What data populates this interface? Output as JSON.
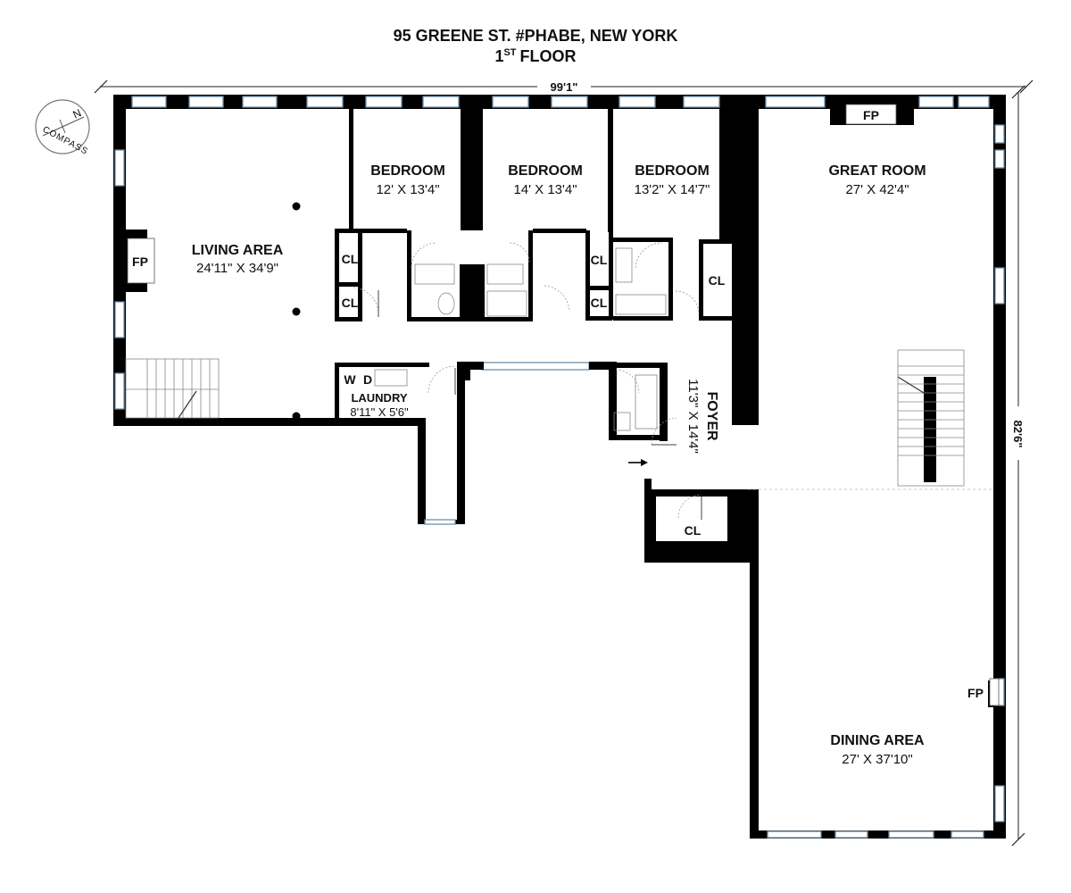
{
  "header": {
    "address": "95 GREENE ST. #PHABE, NEW YORK",
    "floor_number": "1",
    "floor_suffix": "ST",
    "floor_word": "FLOOR"
  },
  "overall_dimensions": {
    "width": "99'1\"",
    "depth": "82'6\""
  },
  "compass": {
    "label": "COMPASS",
    "north": "N"
  },
  "rooms": {
    "living_area": {
      "name": "LIVING AREA",
      "size": "24'11\" X 34'9\""
    },
    "bedroom_1": {
      "name": "BEDROOM",
      "size": "12' X 13'4\""
    },
    "bedroom_2": {
      "name": "BEDROOM",
      "size": "14' X 13'4\""
    },
    "bedroom_3": {
      "name": "BEDROOM",
      "size": "13'2\" X 14'7\""
    },
    "great_room": {
      "name": "GREAT ROOM",
      "size": "27' X 42'4\""
    },
    "laundry": {
      "name": "LAUNDRY",
      "size": "8'11\" X 5'6\"",
      "washer": "W",
      "dryer": "D"
    },
    "foyer": {
      "name": "FOYER",
      "size": "11'3\" X 14'4\""
    },
    "dining_area": {
      "name": "DINING AREA",
      "size": "27' X 37'10\""
    }
  },
  "labels": {
    "fireplace": "FP",
    "closet": "CL"
  }
}
